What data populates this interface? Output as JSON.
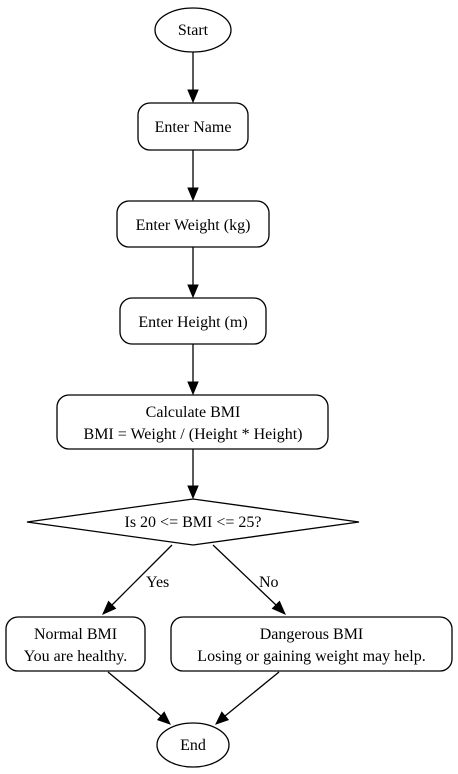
{
  "flowchart": {
    "nodes": {
      "start": {
        "label": "Start"
      },
      "enter_name": {
        "label": "Enter Name"
      },
      "enter_weight": {
        "label": "Enter Weight (kg)"
      },
      "enter_height": {
        "label": "Enter Height (m)"
      },
      "calculate": {
        "line1": "Calculate BMI",
        "line2": "BMI = Weight / (Height * Height)"
      },
      "decision": {
        "label": "Is 20 <= BMI <= 25?"
      },
      "normal": {
        "line1": "Normal BMI",
        "line2": "You are healthy."
      },
      "dangerous": {
        "line1": "Dangerous BMI",
        "line2": "Losing or gaining weight may help."
      },
      "end": {
        "label": "End"
      }
    },
    "edges": {
      "yes_label": "Yes",
      "no_label": "No"
    }
  }
}
